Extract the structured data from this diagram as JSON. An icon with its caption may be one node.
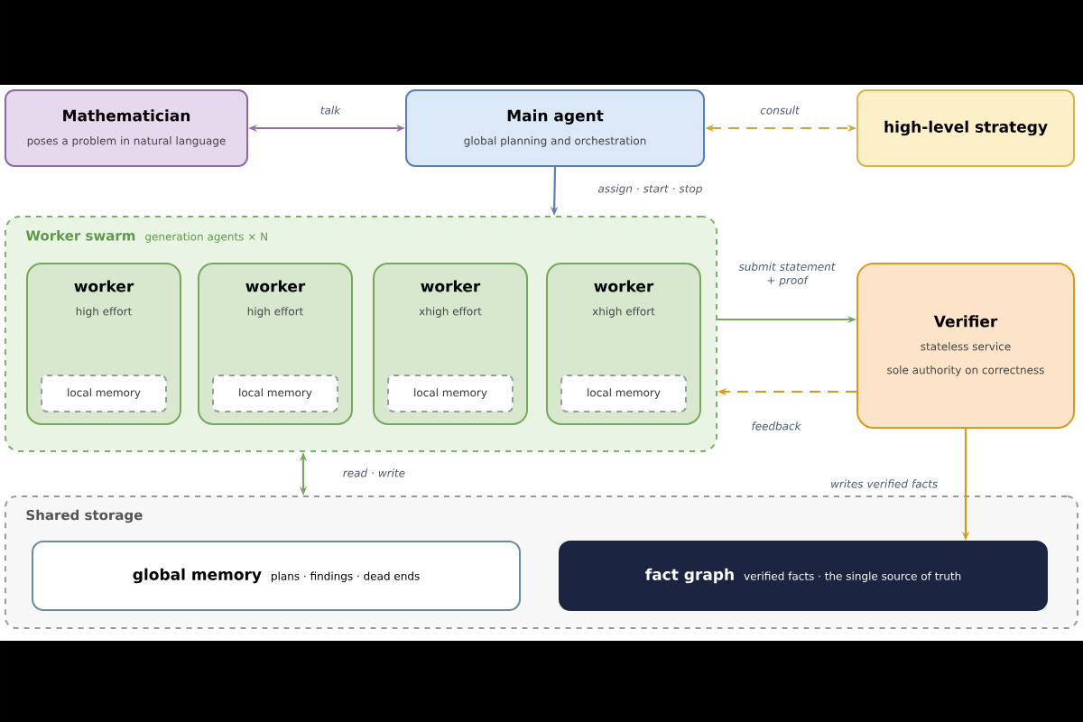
{
  "diagram": {
    "nodes": [
      {
        "text": [
          "Mathematician",
          "poses a problem in natural language"
        ]
      },
      {
        "text": [
          "Main agent",
          "global planning and orchestration"
        ]
      },
      {
        "text": [
          "high-level strategy"
        ]
      },
      {
        "text": [
          "Worker swarm",
          "generation agents × N"
        ]
      },
      {
        "text": [
          "worker",
          "high effort"
        ],
        "in": 3
      },
      {
        "text": [
          "worker",
          "high effort"
        ],
        "in": 3
      },
      {
        "text": [
          "worker",
          "xhigh effort"
        ],
        "in": 3
      },
      {
        "text": [
          "worker",
          "xhigh effort"
        ],
        "in": 3
      },
      {
        "text": [
          "local memory"
        ],
        "in": 4
      },
      {
        "text": [
          "local memory"
        ],
        "in": 5
      },
      {
        "text": [
          "local memory"
        ],
        "in": 6
      },
      {
        "text": [
          "local memory"
        ],
        "in": 7
      },
      {
        "text": [
          "Verifier",
          "stateless service",
          "sole authority on correctness"
        ]
      },
      {
        "text": [
          "Shared storage"
        ]
      },
      {
        "text": [
          "global memory",
          "plans · findings · dead ends"
        ],
        "in": 13
      },
      {
        "text": [
          "fact graph",
          "verified facts · the single source of truth"
        ],
        "in": 13
      }
    ],
    "edges": [
      {
        "from": 0,
        "to": 1,
        "arrow": "both",
        "label": "talk",
        "color": "#9b6bb0"
      },
      {
        "from": 1,
        "to": 2,
        "arrow": "both",
        "label": "consult",
        "style": "dashed",
        "color": "#d9a52a"
      },
      {
        "from": 1,
        "to": 3,
        "arrow": "to",
        "label": "assign · start · stop",
        "color": "#5a7fb8"
      },
      {
        "from": 3,
        "to": 12,
        "arrow": "to",
        "label": "submit statement + proof",
        "color": "#74a85c"
      },
      {
        "from": 12,
        "to": 3,
        "arrow": "to",
        "label": "feedback",
        "style": "dashed",
        "color": "#d89a1a"
      },
      {
        "from": 3,
        "to": 13,
        "arrow": "both",
        "label": "read · write",
        "color": "#74a85c"
      },
      {
        "from": 12,
        "to": 15,
        "arrow": "to",
        "label": "writes verified facts",
        "color": "#d89a1a"
      }
    ]
  }
}
